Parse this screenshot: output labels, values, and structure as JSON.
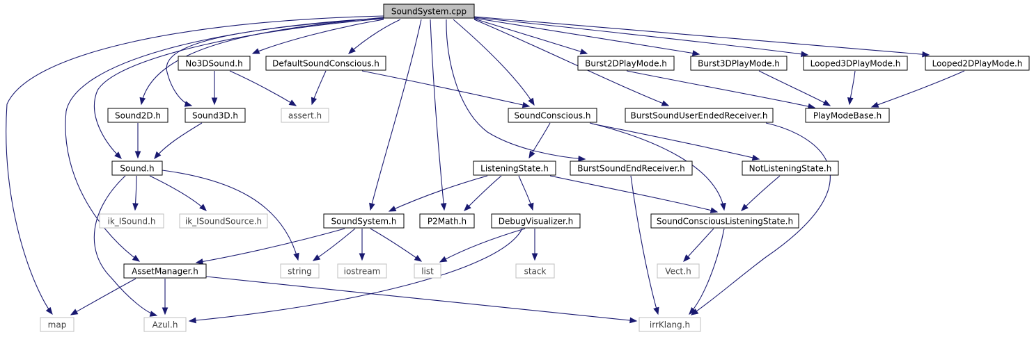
{
  "title": "SoundSystem.cpp",
  "colors": {
    "edge": "#191970",
    "root_fill": "#bfbfbf",
    "node_fill": "#ffffff",
    "node_border": "#000000",
    "external_border": "#bfbfbf",
    "external_text": "#404040",
    "text": "#000000"
  },
  "nodes": [
    {
      "id": "root",
      "label": "SoundSystem.cpp",
      "kind": "root"
    },
    {
      "id": "no3d",
      "label": "No3DSound.h",
      "kind": "local"
    },
    {
      "id": "defcon",
      "label": "DefaultSoundConscious.h",
      "kind": "local"
    },
    {
      "id": "b2d",
      "label": "Burst2DPlayMode.h",
      "kind": "local"
    },
    {
      "id": "b3d",
      "label": "Burst3DPlayMode.h",
      "kind": "local"
    },
    {
      "id": "l3d",
      "label": "Looped3DPlayMode.h",
      "kind": "local"
    },
    {
      "id": "l2d",
      "label": "Looped2DPlayMode.h",
      "kind": "local"
    },
    {
      "id": "s2d",
      "label": "Sound2D.h",
      "kind": "local"
    },
    {
      "id": "s3d",
      "label": "Sound3D.h",
      "kind": "local"
    },
    {
      "id": "assert",
      "label": "assert.h",
      "kind": "external"
    },
    {
      "id": "scon",
      "label": "SoundConscious.h",
      "kind": "local"
    },
    {
      "id": "bsuer",
      "label": "BurstSoundUserEndedReceiver.h",
      "kind": "local"
    },
    {
      "id": "pmb",
      "label": "PlayModeBase.h",
      "kind": "local"
    },
    {
      "id": "sound",
      "label": "Sound.h",
      "kind": "local"
    },
    {
      "id": "lstate",
      "label": "ListeningState.h",
      "kind": "local"
    },
    {
      "id": "bser",
      "label": "BurstSoundEndReceiver.h",
      "kind": "local"
    },
    {
      "id": "nlstate",
      "label": "NotListeningState.h",
      "kind": "local"
    },
    {
      "id": "iks",
      "label": "ik_ISound.h",
      "kind": "external"
    },
    {
      "id": "ikss",
      "label": "ik_ISoundSource.h",
      "kind": "external"
    },
    {
      "id": "ssh",
      "label": "SoundSystem.h",
      "kind": "local"
    },
    {
      "id": "p2m",
      "label": "P2Math.h",
      "kind": "local"
    },
    {
      "id": "dbg",
      "label": "DebugVisualizer.h",
      "kind": "local"
    },
    {
      "id": "scls",
      "label": "SoundConsciousListeningState.h",
      "kind": "local"
    },
    {
      "id": "am",
      "label": "AssetManager.h",
      "kind": "local"
    },
    {
      "id": "string",
      "label": "string",
      "kind": "external"
    },
    {
      "id": "iostream",
      "label": "iostream",
      "kind": "external"
    },
    {
      "id": "list",
      "label": "list",
      "kind": "external"
    },
    {
      "id": "stack",
      "label": "stack",
      "kind": "external"
    },
    {
      "id": "vect",
      "label": "Vect.h",
      "kind": "external"
    },
    {
      "id": "map",
      "label": "map",
      "kind": "external"
    },
    {
      "id": "azul",
      "label": "Azul.h",
      "kind": "external"
    },
    {
      "id": "irr",
      "label": "irrKlang.h",
      "kind": "external"
    }
  ],
  "edges": [
    [
      "root",
      "no3d"
    ],
    [
      "root",
      "defcon"
    ],
    [
      "root",
      "b2d"
    ],
    [
      "root",
      "b3d"
    ],
    [
      "root",
      "l3d"
    ],
    [
      "root",
      "l2d"
    ],
    [
      "root",
      "s2d"
    ],
    [
      "root",
      "s3d"
    ],
    [
      "root",
      "scon"
    ],
    [
      "root",
      "bsuer"
    ],
    [
      "root",
      "sound"
    ],
    [
      "root",
      "bser"
    ],
    [
      "root",
      "ssh"
    ],
    [
      "root",
      "p2m"
    ],
    [
      "root",
      "am"
    ],
    [
      "root",
      "map"
    ],
    [
      "no3d",
      "s3d"
    ],
    [
      "no3d",
      "assert"
    ],
    [
      "defcon",
      "assert"
    ],
    [
      "defcon",
      "scon"
    ],
    [
      "b2d",
      "pmb"
    ],
    [
      "b3d",
      "pmb"
    ],
    [
      "l3d",
      "pmb"
    ],
    [
      "l2d",
      "pmb"
    ],
    [
      "s2d",
      "sound"
    ],
    [
      "s3d",
      "sound"
    ],
    [
      "scon",
      "lstate"
    ],
    [
      "scon",
      "nlstate"
    ],
    [
      "scon",
      "scls"
    ],
    [
      "bsuer",
      "irr"
    ],
    [
      "sound",
      "iks"
    ],
    [
      "sound",
      "ikss"
    ],
    [
      "sound",
      "string"
    ],
    [
      "sound",
      "azul"
    ],
    [
      "lstate",
      "ssh"
    ],
    [
      "lstate",
      "p2m"
    ],
    [
      "lstate",
      "dbg"
    ],
    [
      "lstate",
      "scls"
    ],
    [
      "bser",
      "irr"
    ],
    [
      "nlstate",
      "scls"
    ],
    [
      "ssh",
      "am"
    ],
    [
      "ssh",
      "string"
    ],
    [
      "ssh",
      "iostream"
    ],
    [
      "ssh",
      "list"
    ],
    [
      "dbg",
      "list"
    ],
    [
      "dbg",
      "stack"
    ],
    [
      "dbg",
      "azul"
    ],
    [
      "scls",
      "vect"
    ],
    [
      "scls",
      "irr"
    ],
    [
      "am",
      "map"
    ],
    [
      "am",
      "azul"
    ],
    [
      "am",
      "irr"
    ]
  ]
}
